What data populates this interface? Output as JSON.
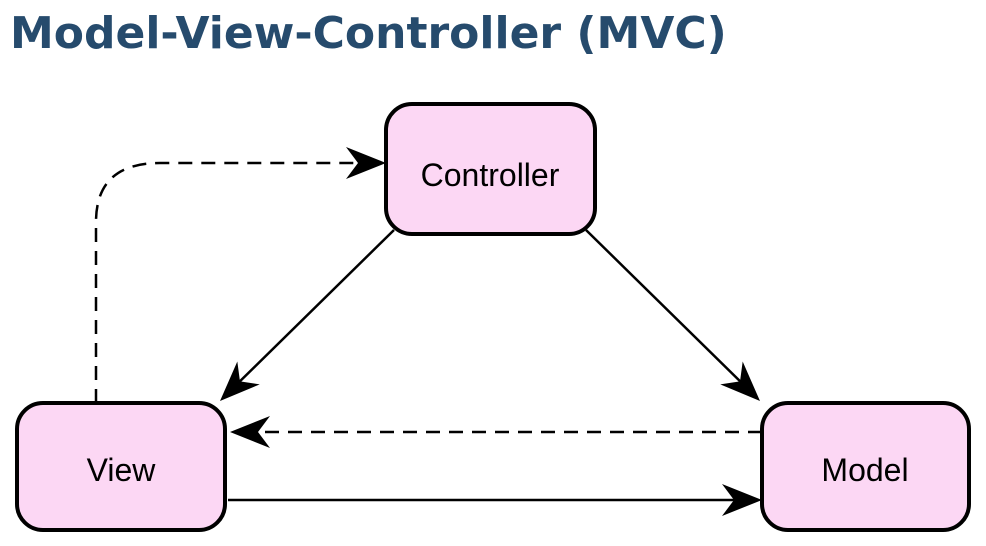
{
  "title": "Model-View-Controller (MVC)",
  "colors": {
    "title": "#264b6d",
    "node_fill": "#fcd7f4",
    "node_stroke": "#000000"
  },
  "nodes": {
    "controller": {
      "label": "Controller"
    },
    "view": {
      "label": "View"
    },
    "model": {
      "label": "Model"
    }
  },
  "edges": [
    {
      "from": "controller",
      "to": "view",
      "style": "solid"
    },
    {
      "from": "controller",
      "to": "model",
      "style": "solid"
    },
    {
      "from": "view",
      "to": "model",
      "style": "solid"
    },
    {
      "from": "model",
      "to": "view",
      "style": "dashed"
    },
    {
      "from": "view",
      "to": "controller",
      "style": "dashed"
    }
  ]
}
